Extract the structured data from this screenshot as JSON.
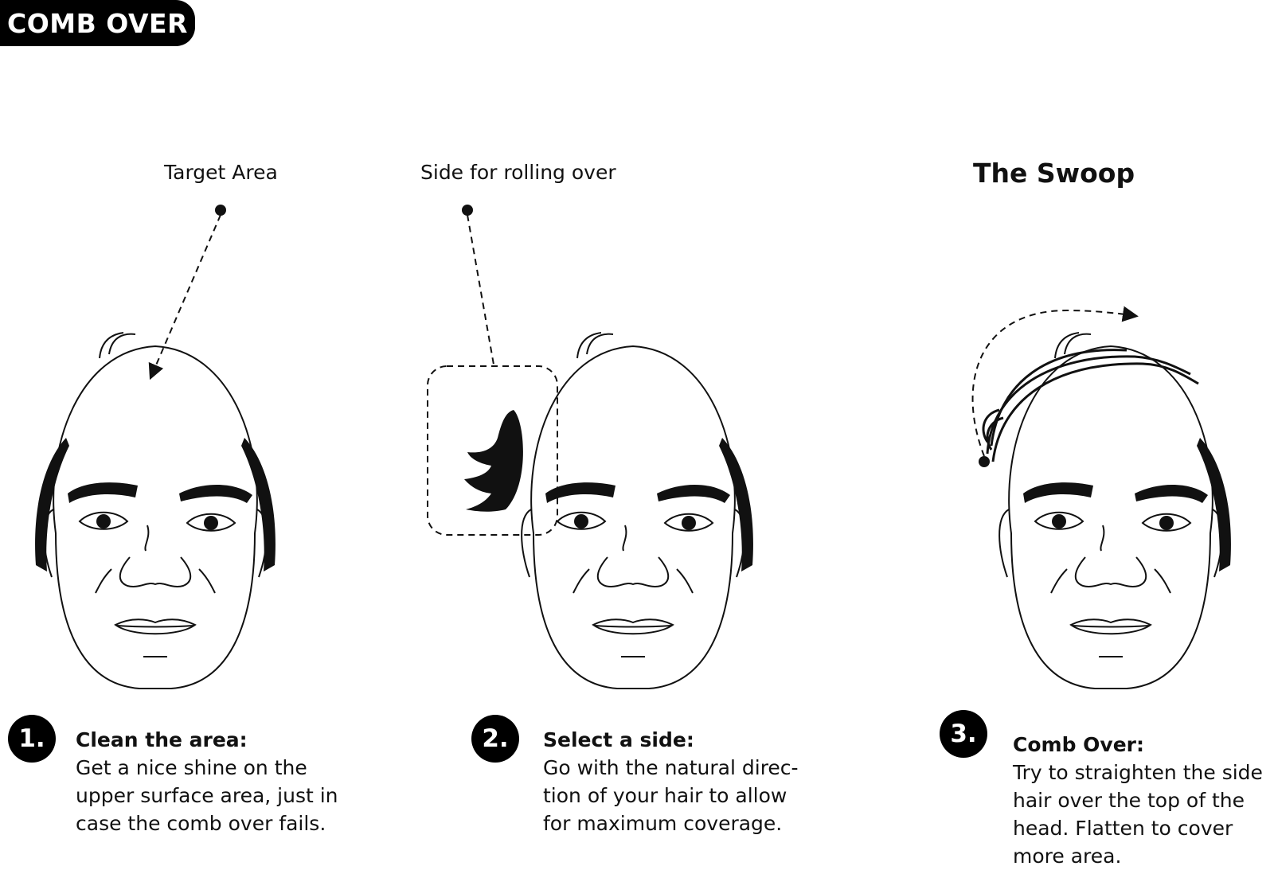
{
  "header": {
    "badge": "COMB OVER"
  },
  "callouts": {
    "target_area": "Target Area",
    "side_for_rolling": "Side for rolling over",
    "swoop_title": "The Swoop"
  },
  "steps": [
    {
      "number": "1.",
      "title": "Clean the area:",
      "body": "Get a nice shine on the\nupper surface area, just in\ncase the comb over fails."
    },
    {
      "number": "2.",
      "title": "Select a side:",
      "body": "Go with the natural direc-\ntion of your hair to allow\nfor maximum coverage."
    },
    {
      "number": "3.",
      "title": "Comb Over:",
      "body": "Try to straighten the side\nhair over the top of the\nhead. Flatten to cover\nmore area."
    }
  ],
  "colors": {
    "ink": "#111111",
    "background": "#ffffff"
  }
}
